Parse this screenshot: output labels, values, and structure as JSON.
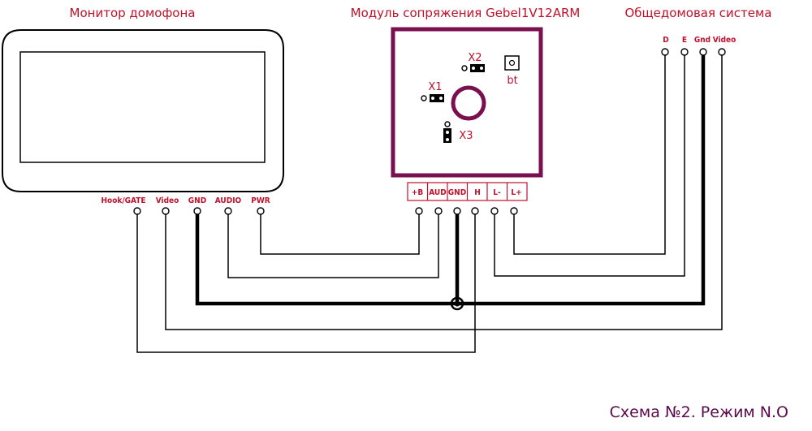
{
  "titles": {
    "monitor": "Монитор домофона",
    "module": "Модуль сопряжения Gebel1V12ARM",
    "building": "Общедомовая система"
  },
  "monitor_pins": [
    "Hook/GATE",
    "Video",
    "GND",
    "AUDIO",
    "PWR"
  ],
  "module_pins": [
    "+B",
    "AUD",
    "GND",
    "H",
    "L-",
    "L+"
  ],
  "module_parts": {
    "x1": "X1",
    "x2": "X2",
    "x3": "X3",
    "button": "bt"
  },
  "building_pins": [
    "D",
    "E",
    "Gnd",
    "Video"
  ],
  "footer": "Схема №2. Режим N.O",
  "colors": {
    "label": "#c0102a",
    "module_border": "#7a1050",
    "footer": "#5a0a4a",
    "wire": "#000000"
  }
}
